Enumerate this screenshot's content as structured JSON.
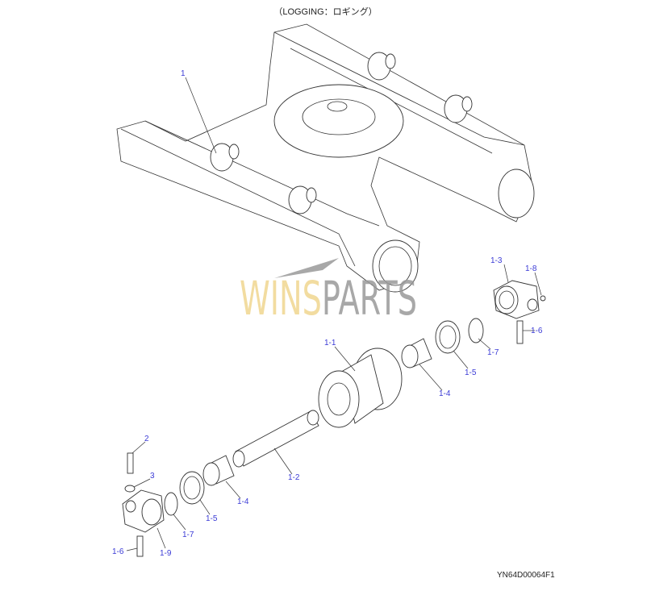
{
  "title": "（LOGGING：ロギング）",
  "drawing_code": "YN64D00064F1",
  "watermark": {
    "left": "WINS",
    "right": "PARTS",
    "left_color": "#f0d690",
    "right_color": "#9a9a9a"
  },
  "label_color": "#3b3bd6",
  "callouts": [
    "1",
    "1-3",
    "1-8",
    "1-6",
    "1-7",
    "1-5",
    "1-4",
    "1-1",
    "1-2",
    "2",
    "3",
    "1-4",
    "1-5",
    "1-7",
    "1-6",
    "1-9"
  ]
}
